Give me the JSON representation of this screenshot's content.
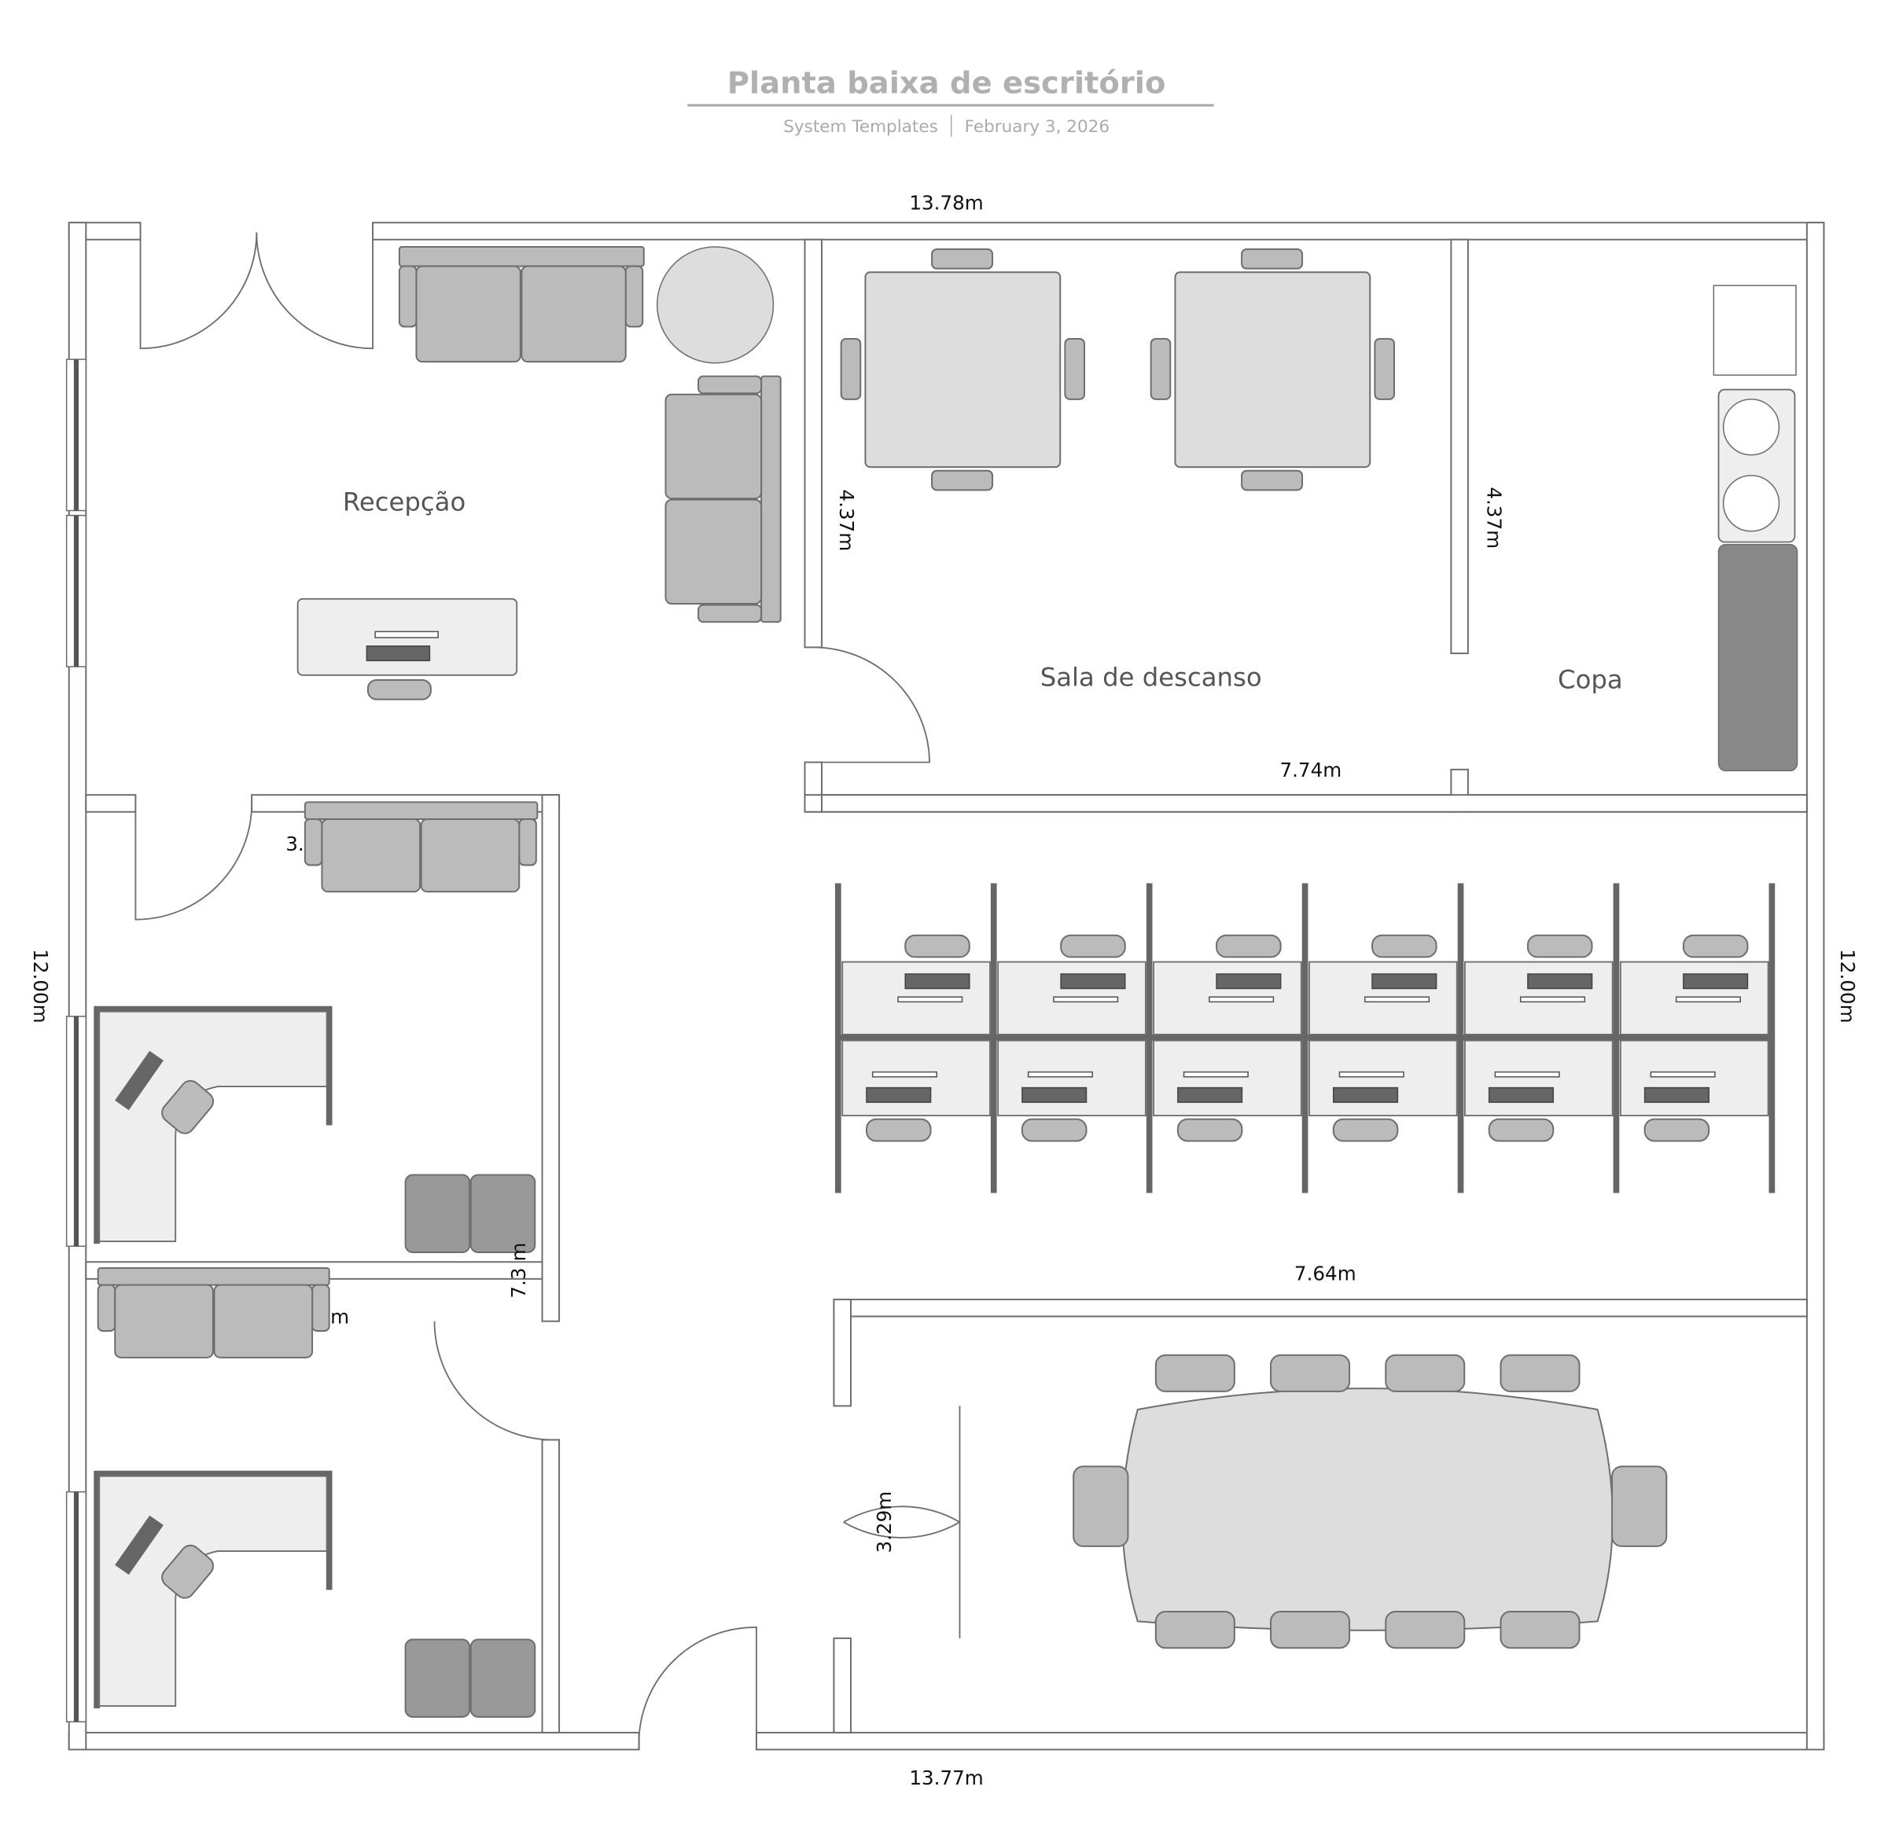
{
  "header": {
    "title": "Planta baixa de escritório",
    "author": "System Templates",
    "date": "February 3, 2026"
  },
  "rooms": {
    "reception": "Recepção",
    "lounge": "Sala de descanso",
    "kitchen": "Copa"
  },
  "dimensions": {
    "top": "13.78m",
    "bottom": "13.77m",
    "left": "12.00m",
    "right": "12.00m",
    "lounge_height": "4.37m",
    "kitchen_height": "4.37m",
    "lounge_width": "7.74m",
    "open_office_width": "7.64m",
    "conference_height": "3.29m",
    "office_width_partial": "3.",
    "office_height_partial": "7.3 m",
    "office_partial_m": "m"
  },
  "colors": {
    "wall": "#6e6e6e",
    "furniture": "#bbbbbb",
    "dark_furniture": "#999999",
    "surface": "#eeeeee"
  }
}
